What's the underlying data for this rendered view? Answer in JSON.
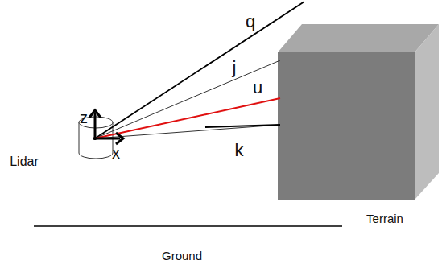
{
  "diagram": {
    "labels": [
      "q",
      "j",
      "u",
      "k",
      "z",
      "x",
      "Lidar",
      "Terrain",
      "Ground"
    ]
  }
}
